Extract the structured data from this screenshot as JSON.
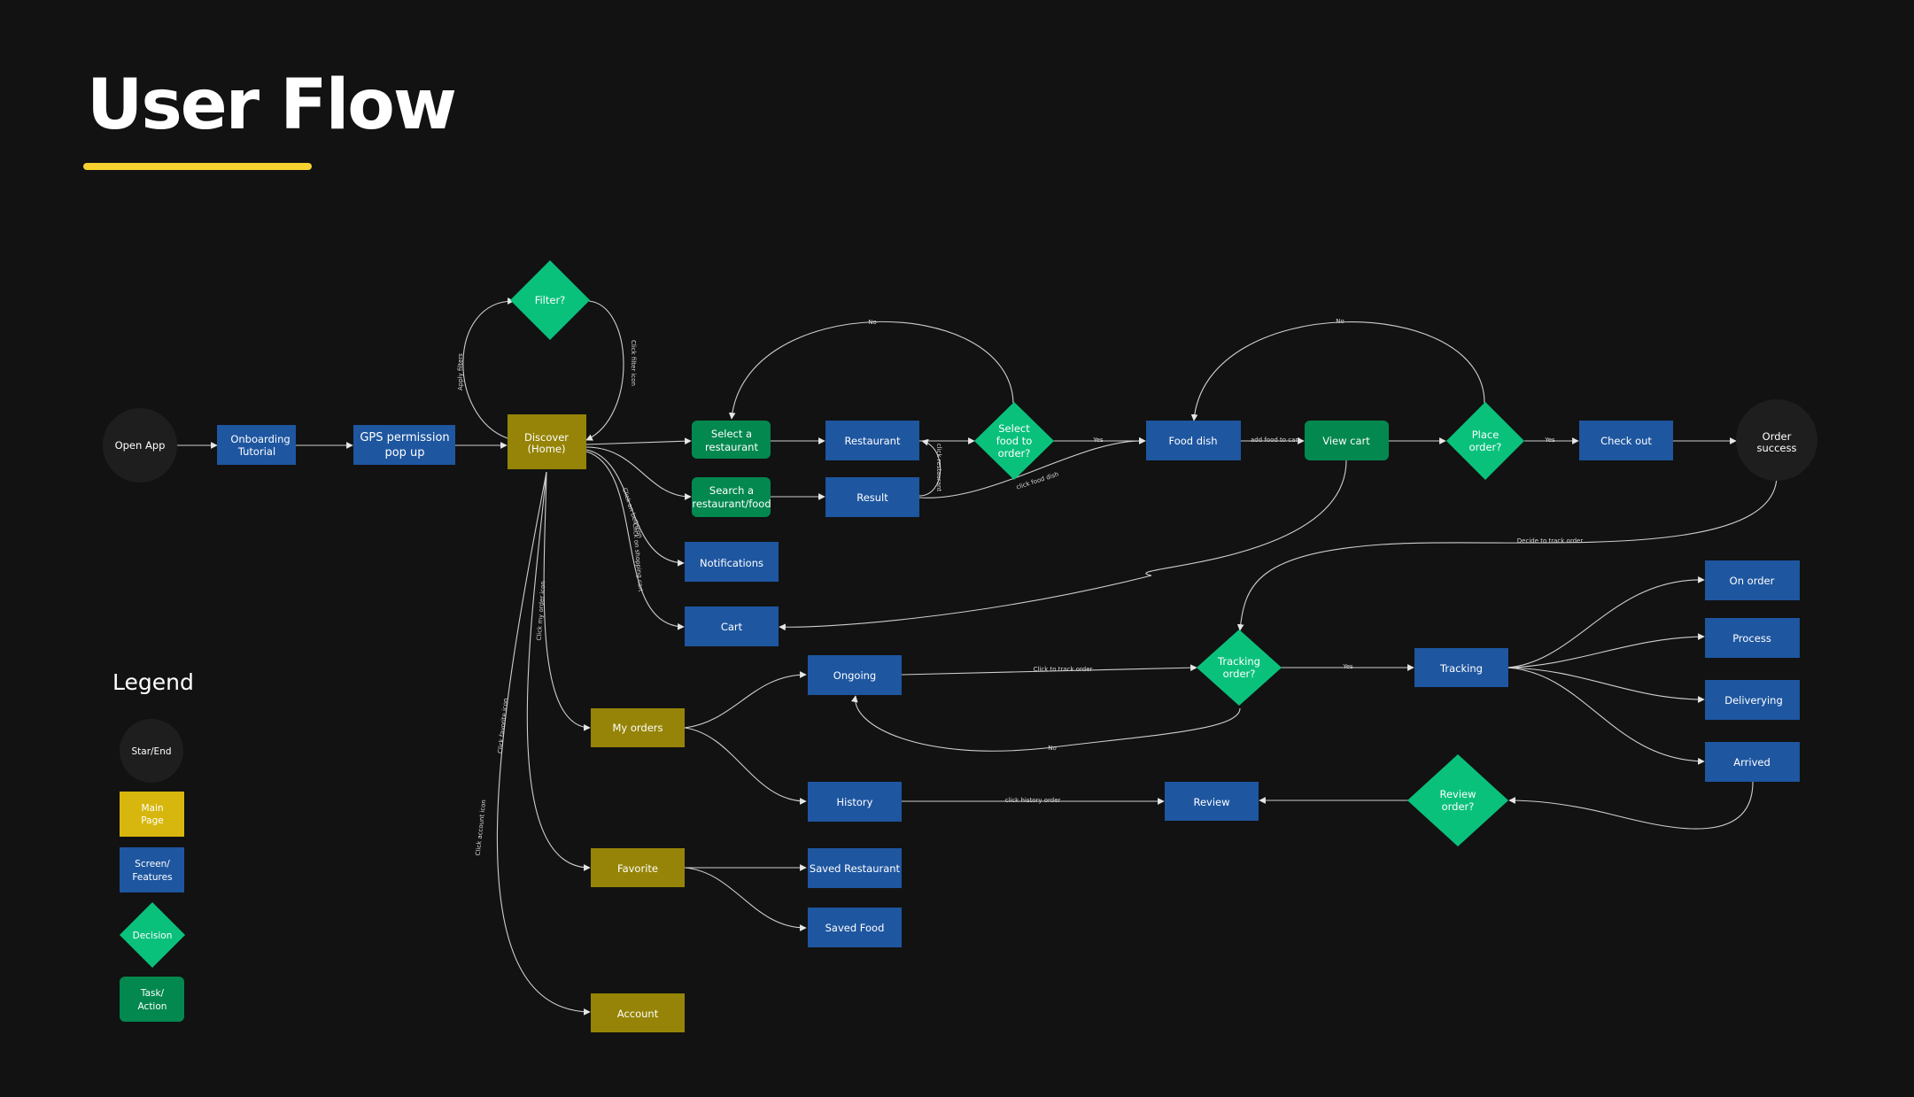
{
  "title": "User Flow",
  "colors": {
    "background": "#121212",
    "start_end": "#1e1e1e",
    "main_page": "#958407",
    "legend_main_page": "#d7b70e",
    "screen": "#1e56a0",
    "decision": "#0ac17c",
    "task": "#03884f",
    "accent_underline": "#f7d12f"
  },
  "nodes": {
    "open_app": "Open App",
    "onboarding": [
      "Onboarding",
      "Tutorial"
    ],
    "gps": [
      "GPS permission",
      "pop up"
    ],
    "discover": [
      "Discover",
      "(Home)"
    ],
    "filter": "Filter?",
    "select_restaurant": [
      "Select a",
      "restaurant"
    ],
    "search": [
      "Search a",
      "restaurant/food"
    ],
    "restaurant": "Restaurant",
    "result": "Result",
    "select_food": [
      "Select",
      "food to",
      "order?"
    ],
    "food_dish": "Food dish",
    "view_cart": "View cart",
    "place_order": [
      "Place",
      "order?"
    ],
    "checkout": "Check out",
    "order_success": [
      "Order",
      "success"
    ],
    "notifications": "Notifications",
    "cart": "Cart",
    "my_orders": "My orders",
    "ongoing": "Ongoing",
    "history": "History",
    "tracking_order": [
      "Tracking",
      "order?"
    ],
    "tracking": "Tracking",
    "on_order": "On order",
    "process": "Process",
    "delivering": "Deliverying",
    "arrived": "Arrived",
    "review": "Review",
    "review_order": [
      "Review",
      "order?"
    ],
    "favorite": "Favorite",
    "saved_restaurant": "Saved Restaurant",
    "saved_food": "Saved Food",
    "account": "Account"
  },
  "edge_labels": {
    "no_top1": "No",
    "no_top2": "No",
    "yes1": "Yes",
    "add_food": "add food to cart",
    "yes2": "Yes",
    "click_food_dish": "click food dish",
    "click_restaurant": "click restaurant",
    "apply_filters": "Apply filters",
    "click_filter": "Click filter icon",
    "decide_track": "Decide to track order",
    "click_track": "Click to track order",
    "yes3": "Yes",
    "no_bottom": "No",
    "click_history": "click history order",
    "click_bell": "Click on bell icon",
    "click_cart_icon": "Click on shopping cart",
    "click_my_orders": "Click my order icon",
    "click_fav": "Click favorite icon",
    "click_account": "Click account icon"
  },
  "legend": {
    "title": "Legend",
    "start_end": "Star/End",
    "main_page": [
      "Main",
      "Page"
    ],
    "screen": [
      "Screen/",
      "Features"
    ],
    "decision": "Decision",
    "task": [
      "Task/",
      "Action"
    ]
  }
}
